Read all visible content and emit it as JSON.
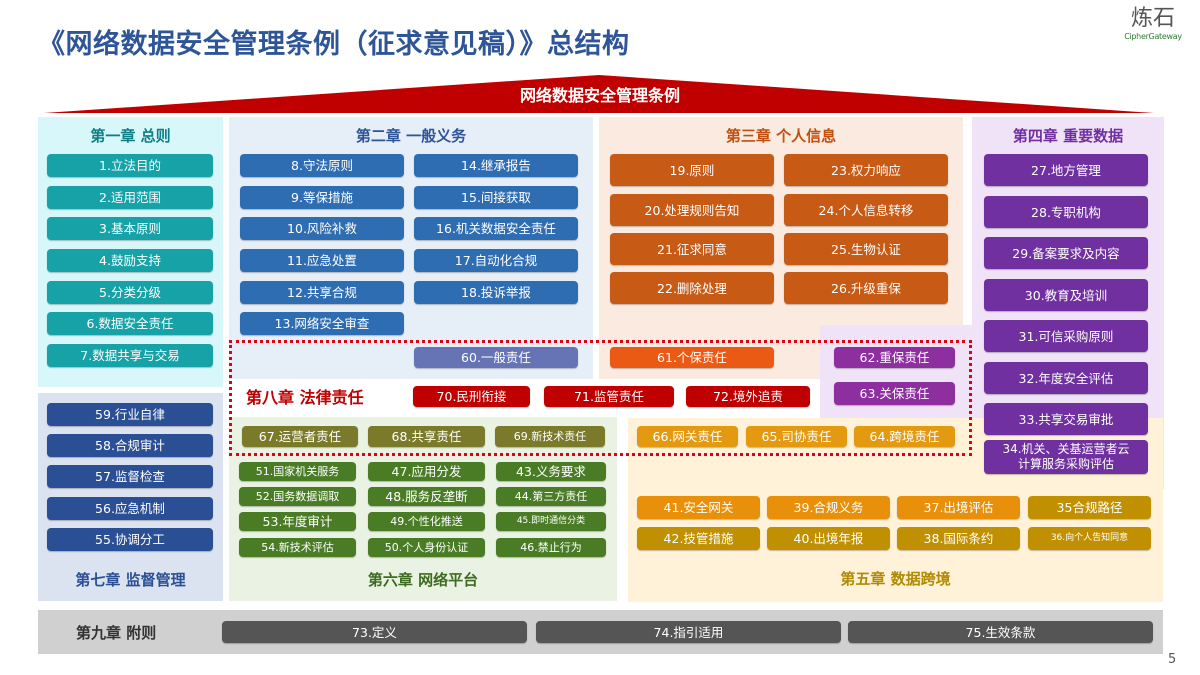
{
  "header": {
    "title": "《网络数据安全管理条例（征求意见稿）》总结构",
    "logo_main": "炼石",
    "logo_sub": "CipherGateway"
  },
  "roof": {
    "label": "网络数据安全管理条例"
  },
  "chapters": {
    "ch1": {
      "title": "第一章  总则",
      "items": [
        "1.立法目的",
        "2.适用范围",
        "3.基本原则",
        "4.鼓励支持",
        "5.分类分级",
        "6.数据安全责任",
        "7.数据共享与交易"
      ]
    },
    "ch2": {
      "title": "第二章  一般义务",
      "left": [
        "8.守法原则",
        "9.等保措施",
        "10.风险补救",
        "11.应急处置",
        "12.共享合规",
        "13.网络安全审查"
      ],
      "right": [
        "14.继承报告",
        "15.间接获取",
        "16.机关数据安全责任",
        "17.自动化合规",
        "18.投诉举报"
      ]
    },
    "ch3": {
      "title": "第三章  个人信息",
      "left": [
        "19.原则",
        "20.处理规则告知",
        "21.征求同意",
        "22.删除处理"
      ],
      "right": [
        "23.权力响应",
        "24.个人信息转移",
        "25.生物认证",
        "26.升级重保"
      ]
    },
    "ch4": {
      "title": "第四章  重要数据",
      "items": [
        "27.地方管理",
        "28.专职机构",
        "29.备案要求及内容",
        "30.教育及培训",
        "31.可信采购原则",
        "32.年度安全评估",
        "33.共享交易审批",
        "34.机关、关基运营者云计算服务采购评估"
      ]
    },
    "ch5": {
      "title": "第五章  数据跨境",
      "row1": [
        "41.安全网关",
        "39.合规义务",
        "37.出境评估",
        "35合规路径"
      ],
      "row2": [
        "42.技管措施",
        "40.出境年报",
        "38.国际条约",
        "36.向个人告知同意"
      ]
    },
    "ch6": {
      "title": "第六章  网络平台",
      "col1": [
        "51.国家机关服务",
        "52.国务数据调取",
        "53.年度审计",
        "54.新技术评估"
      ],
      "col2": [
        "47.应用分发",
        "48.服务反垄断",
        "49.个性化推送",
        "50.个人身份认证"
      ],
      "col3": [
        "43.义务要求",
        "44.第三方责任",
        "45.即时通信分类",
        "46.禁止行为"
      ]
    },
    "ch7": {
      "title": "第七章  监督管理",
      "items": [
        "59.行业自律",
        "58.合规审计",
        "57.监督检查",
        "56.应急机制",
        "55.协调分工"
      ]
    },
    "ch8": {
      "title": "第八章  法律责任",
      "general": "60.一般责任",
      "personal": "61.个保责任",
      "important": "62.重保责任",
      "critical": "63.关保责任",
      "red": [
        "70.民刑衔接",
        "71.监管责任",
        "72.境外追责"
      ],
      "olive": [
        "67.运营者责任",
        "68.共享责任",
        "69.新技术责任"
      ],
      "orange": [
        "66.网关责任",
        "65.司协责任",
        "64.跨境责任"
      ]
    },
    "ch9": {
      "title": "第九章  附则",
      "items": [
        "73.定义",
        "74.指引适用",
        "75.生效条款"
      ]
    }
  },
  "colors": {
    "title": "#2e5597",
    "roof": "#c00000",
    "ch1_bg": "#d8f7fa",
    "ch1_box": "#17a2a8",
    "ch1_title": "#0e7f86",
    "ch2_bg": "#e6eef8",
    "ch2_box": "#2f6db3",
    "ch2_title": "#2e5597",
    "ch3_bg": "#fbeadf",
    "ch3_box": "#c75a14",
    "ch3_title": "#c05010",
    "ch4_bg": "#f0e2f7",
    "ch4_box": "#7030a0",
    "ch4_title": "#7030a0",
    "ch5_bg": "#fff2d9",
    "ch5_box_orange": "#e8900a",
    "ch5_box_gold": "#c09000",
    "ch5_title": "#b08a00",
    "ch6_bg": "#eaf2e3",
    "ch6_box": "#4a7c26",
    "ch6_title": "#3d6b1f",
    "ch7_bg": "#dbe3f1",
    "ch7_box": "#2b4f95",
    "ch7_title": "#2b4f95",
    "ch8_red": "#c00000",
    "ch8_olive": "#7a7a2a",
    "ch8_general": "#6673b5",
    "ch8_personal": "#ea5a14",
    "ch8_important": "#8e2fa0",
    "ch9_bg": "#d0d0d0",
    "ch9_box": "#555555"
  },
  "page": {
    "number": "5"
  }
}
